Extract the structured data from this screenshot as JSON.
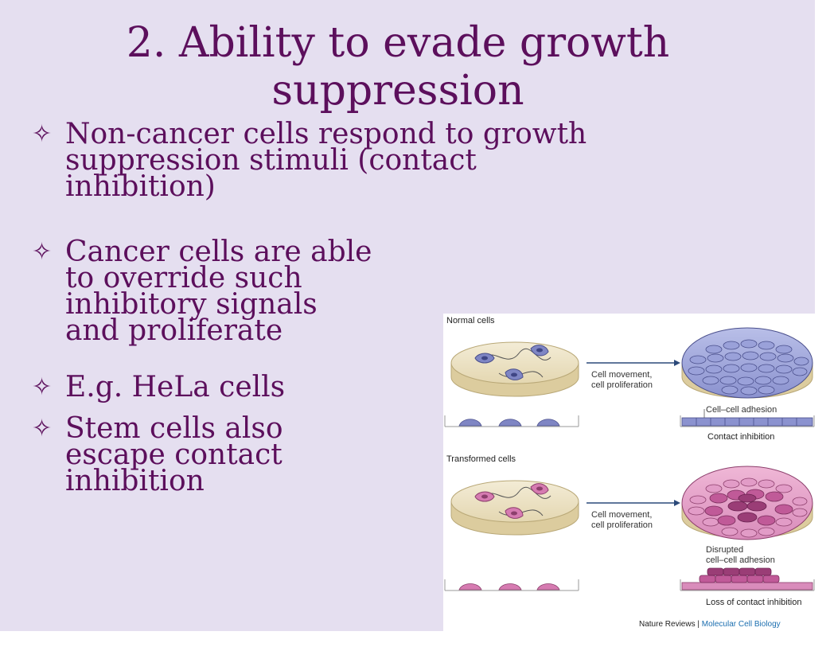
{
  "slide": {
    "title_lines": [
      "2. Ability to evade growth",
      "suppression"
    ],
    "bullet_marker": "✧",
    "bullets": [
      {
        "lines": [
          "Non-cancer cells respond to growth",
          "suppression stimuli (contact",
          "inhibition)"
        ]
      },
      {
        "lines": [
          "Cancer cells are able",
          "to override such",
          "inhibitory signals",
          "and proliferate"
        ]
      },
      {
        "lines": [
          "E.g. HeLa cells"
        ]
      },
      {
        "lines": [
          "Stem cells also",
          "escape contact",
          "inhibition"
        ]
      }
    ]
  },
  "figure": {
    "normal_label": "Normal cells",
    "transformed_label": "Transformed cells",
    "arrow_label_1": "Cell movement,",
    "arrow_label_2": "cell proliferation",
    "adhesion_label": "Cell–cell adhesion",
    "contact_inhibition_label": "Contact inhibition",
    "disrupted_label_1": "Disrupted",
    "disrupted_label_2": "cell–cell adhesion",
    "loss_label": "Loss of contact inhibition",
    "credit_journal": "Nature Reviews",
    "credit_separator": " | ",
    "credit_section": "Molecular Cell Biology",
    "colors": {
      "normal_cell": "#7f86c4",
      "transformed_cell": "#d67bb1",
      "dish": "#e9dfbf",
      "text_purple": "#5c0f5c",
      "credit_blue": "#1c6fb0"
    }
  }
}
